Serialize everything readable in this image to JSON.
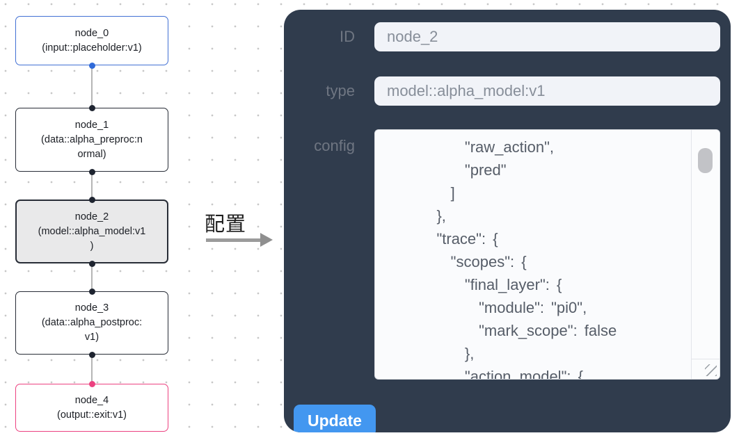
{
  "flow": {
    "nodes": [
      {
        "id": "node_0",
        "lines": [
          "node_0",
          "(input::placeholder:v1)"
        ],
        "variant": "input",
        "selected": false
      },
      {
        "id": "node_1",
        "lines": [
          "node_1",
          "(data::alpha_preproc:n",
          "ormal)"
        ],
        "variant": "default",
        "selected": false
      },
      {
        "id": "node_2",
        "lines": [
          "node_2",
          "(model::alpha_model:v1",
          ")"
        ],
        "variant": "default",
        "selected": true
      },
      {
        "id": "node_3",
        "lines": [
          "node_3",
          "(data::alpha_postproc:",
          "v1)"
        ],
        "variant": "default",
        "selected": false
      },
      {
        "id": "node_4",
        "lines": [
          "node_4",
          "(output::exit:v1)"
        ],
        "variant": "output",
        "selected": false
      }
    ],
    "colors": {
      "input_border": "#4170d4",
      "default_border": "#272c36",
      "output_border": "#ec4180",
      "selected_fill": "#e9e9ea",
      "edge": "#b5b5b5",
      "port_dark": "#1e2430",
      "port_blue": "#2f6ad9",
      "port_pink": "#ec4180"
    }
  },
  "transition": {
    "label": "配置",
    "arrow_icon": "right-arrow"
  },
  "panel": {
    "id_label": "ID",
    "id_value": "node_2",
    "type_label": "type",
    "type_value": "model::alpha_model:v1",
    "config_label": "config",
    "config_lines": [
      "        \"raw_action\",",
      "        \"pred\"",
      "      ]",
      "    },",
      "    \"trace\": {",
      "      \"scopes\": {",
      "        \"final_layer\": {",
      "          \"module\": \"pi0\",",
      "          \"mark_scope\": false",
      "        },",
      "        \"action_model\": {"
    ],
    "update_label": "Update",
    "colors": {
      "panel_bg": "#303c4d",
      "label_text": "#6f7682",
      "input_bg": "#f1f3f8",
      "input_text": "#878e99",
      "config_bg": "#fafbfd",
      "config_text": "#565d68",
      "button_bg": "#4397f0",
      "button_text": "#ffffff"
    }
  }
}
